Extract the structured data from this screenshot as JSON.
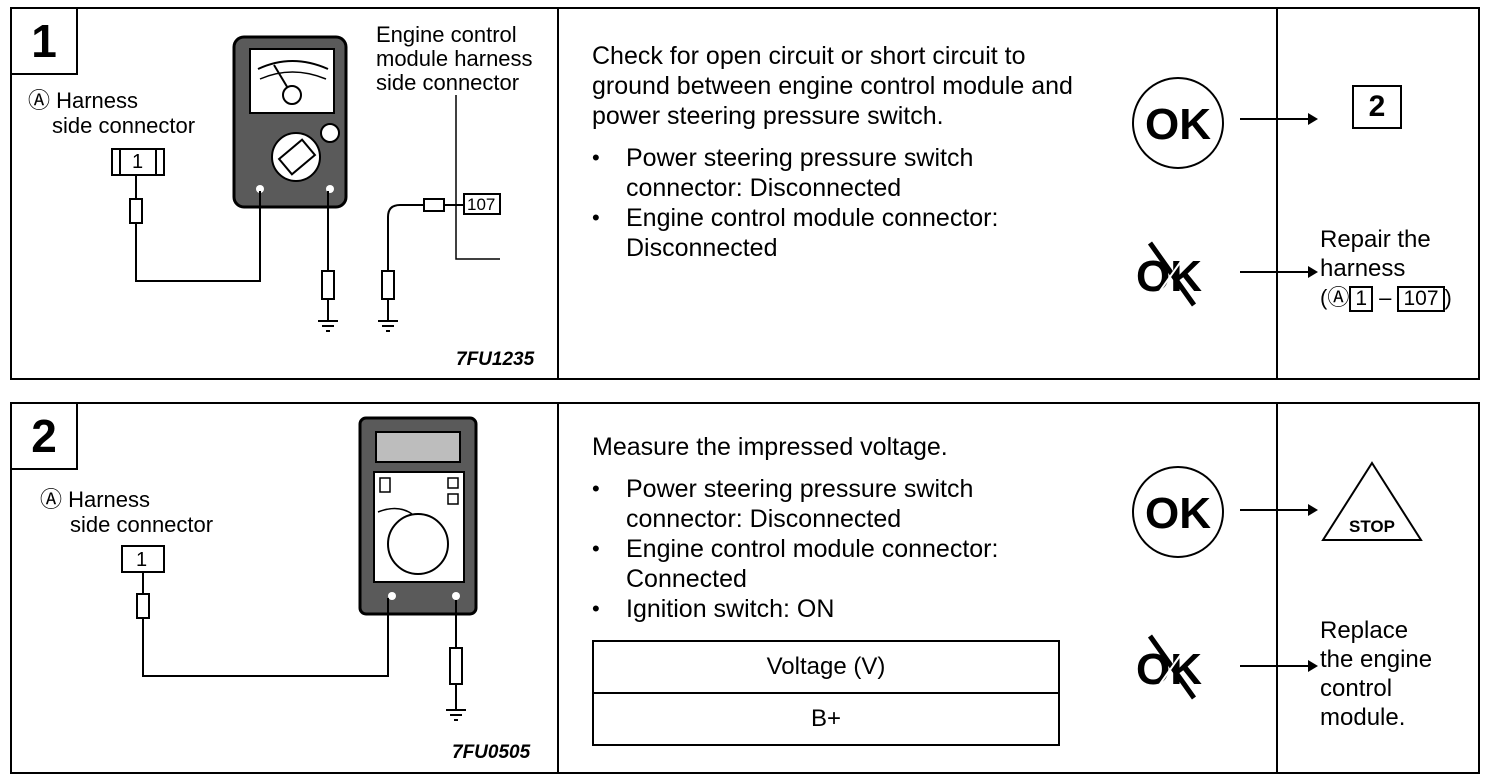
{
  "steps": [
    {
      "number": "1",
      "labels": {
        "harness_ref": "Ⓐ Harness",
        "harness_ref2": "side connector",
        "connector_pin": "1",
        "ecm_line1": "Engine control",
        "ecm_line2": "module harness",
        "ecm_line3": "side connector",
        "ecm_pin": "107"
      },
      "figure_code": "7FU1235",
      "instruction": "Check for open circuit or short circuit to ground between engine control module and power steering pressure switch.",
      "bullets": [
        "Power steering pressure switch connector: Disconnected",
        "Engine control module connector: Disconnected"
      ],
      "ok_symbol": "OK",
      "ng_symbol": "OK",
      "ok_result": "2",
      "ng_result_line1": "Repair the",
      "ng_result_line2": "harness",
      "ng_result_open": "(Ⓐ",
      "ng_result_pin1": "1",
      "ng_result_dash": " – ",
      "ng_result_pin2": "107",
      "ng_result_close": ")"
    },
    {
      "number": "2",
      "labels": {
        "harness_ref": "Ⓐ Harness",
        "harness_ref2": "side connector",
        "connector_pin": "1"
      },
      "figure_code": "7FU0505",
      "instruction": "Measure the impressed voltage.",
      "bullets": [
        "Power steering pressure switch connector: Disconnected",
        "Engine control module connector: Connected",
        "Ignition switch: ON"
      ],
      "table_header": "Voltage (V)",
      "table_value": "B+",
      "ok_symbol": "OK",
      "ng_symbol": "OK",
      "ok_result": "STOP",
      "ng_result_line1": "Replace",
      "ng_result_line2": "the engine",
      "ng_result_line3": "control",
      "ng_result_line4": "module."
    }
  ]
}
